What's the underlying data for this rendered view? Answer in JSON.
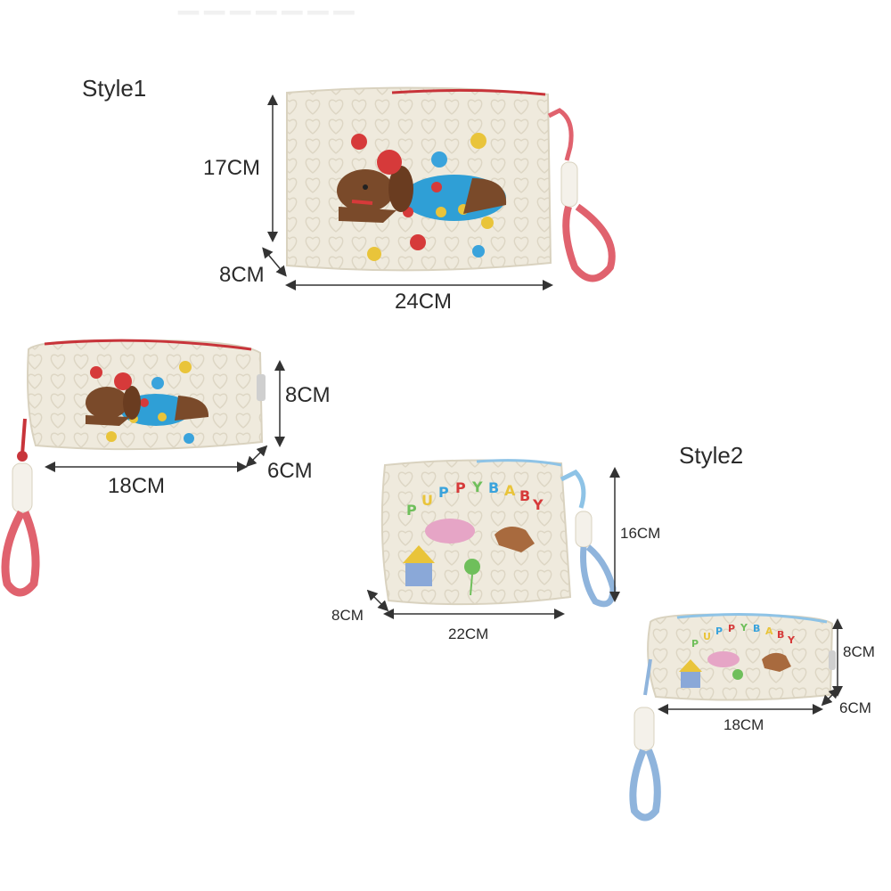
{
  "style1": {
    "label": "Style1",
    "large": {
      "height": "17CM",
      "depth": "8CM",
      "width": "24CM"
    },
    "small": {
      "height": "8CM",
      "depth": "6CM",
      "width": "18CM"
    }
  },
  "style2": {
    "label": "Style2",
    "large": {
      "height": "16CM",
      "depth": "8CM",
      "width": "22CM",
      "embroidery_text": "PUPPYBABY"
    },
    "small": {
      "height": "8CM",
      "depth": "6CM",
      "width": "18CM",
      "embroidery_text": "PUPPYBABY"
    }
  },
  "colors": {
    "fabric": "#efeadd",
    "zip_style1": "#c8343a",
    "zip_style2": "#8ec3e6",
    "strap_style1": "#e0626e",
    "strap_style2": "#8fb4dc",
    "dog_body": "#2f9fd6",
    "dog_fur": "#7a4a2a"
  }
}
